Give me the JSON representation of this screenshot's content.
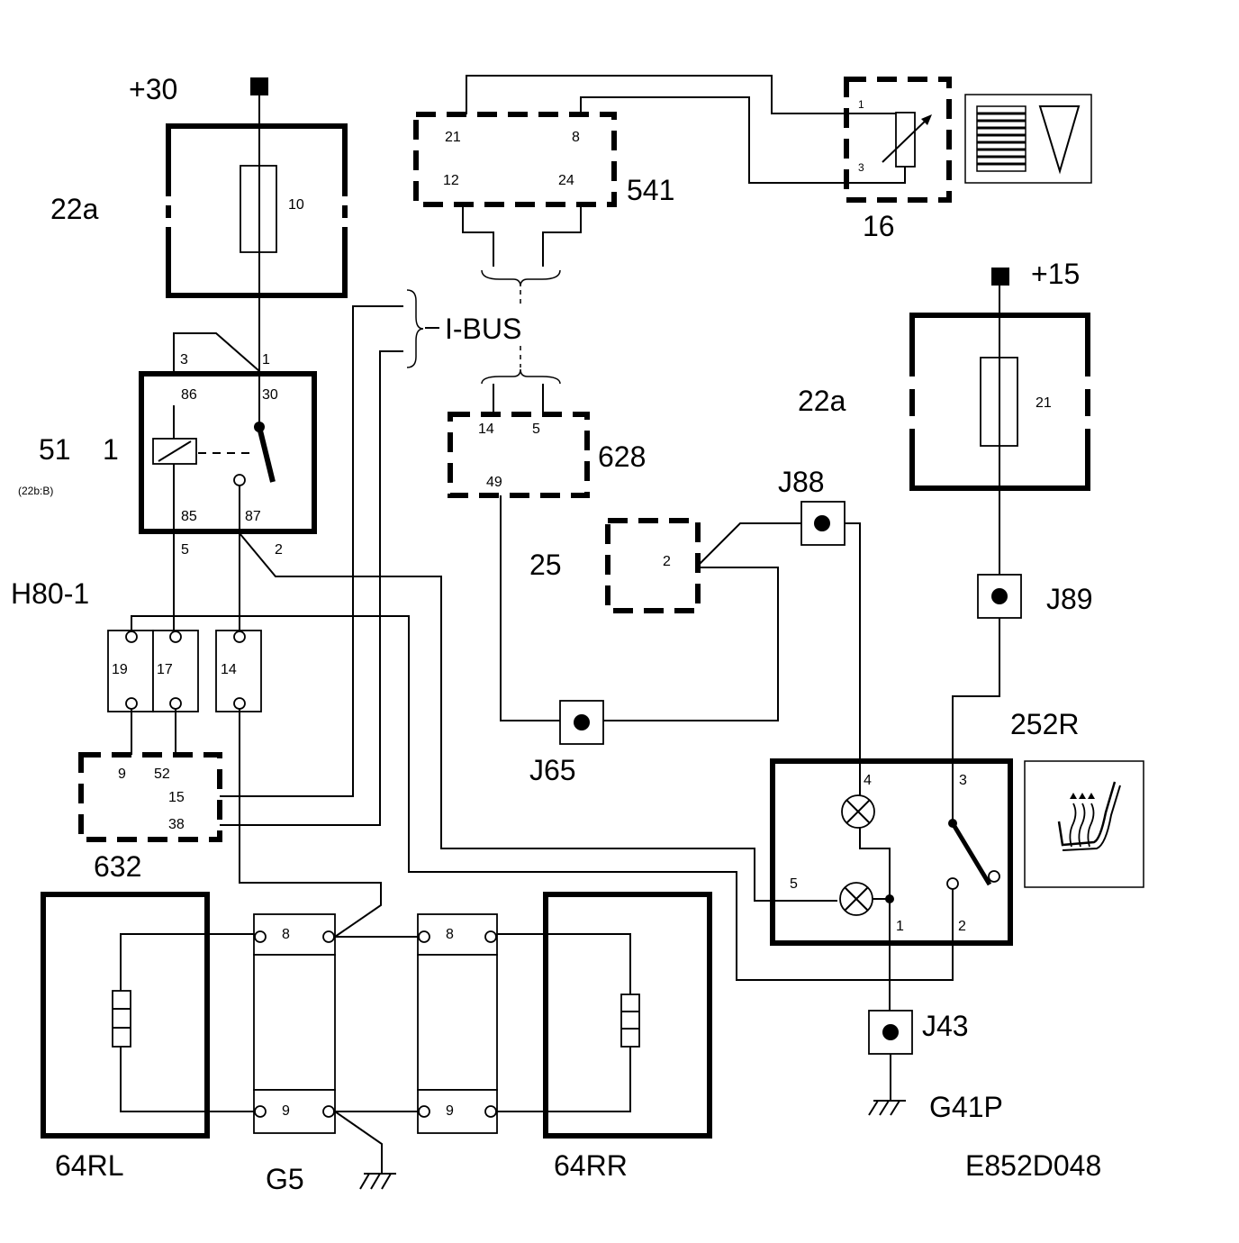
{
  "diagram_id": "E852D048",
  "supplies": {
    "plus30": "+30",
    "plus15": "+15"
  },
  "components": {
    "c22a_top": "22a",
    "c22a_right": "22a",
    "c541": "541",
    "c16": "16",
    "c628": "628",
    "c25": "25",
    "c51": "51",
    "c51_index": "1",
    "c51_ref": "(22b:B)",
    "h80": "H80-1",
    "c632": "632",
    "c252r": "252R",
    "c64rl": "64RL",
    "c64rr": "64RR",
    "g5": "G5",
    "g41p": "G41P",
    "ibus": "I-BUS"
  },
  "fuses": {
    "f10": "10",
    "f21": "21"
  },
  "connectors": {
    "j88": "J88",
    "j89": "J89",
    "j65": "J65",
    "j43": "J43"
  },
  "pins": {
    "c541": {
      "p21": "21",
      "p8": "8",
      "p12": "12",
      "p24": "24"
    },
    "c16": {
      "p1": "1",
      "p3": "3"
    },
    "c628": {
      "p14": "14",
      "p5": "5",
      "p49": "49"
    },
    "c25": {
      "p2": "2"
    },
    "relay": {
      "w3": "3",
      "w1": "1",
      "p86": "86",
      "p30": "30",
      "p85": "85",
      "p87": "87",
      "w5": "5",
      "w2": "2"
    },
    "h80": {
      "p19": "19",
      "p17": "17",
      "p14": "14"
    },
    "c632": {
      "p9": "9",
      "p52": "52",
      "p15": "15",
      "p38": "38"
    },
    "c252r": {
      "p4": "4",
      "p3": "3",
      "p5": "5",
      "p1": "1",
      "p2": "2"
    },
    "g5": {
      "p8a": "8",
      "p9a": "9",
      "p8b": "8",
      "p9b": "9"
    }
  }
}
